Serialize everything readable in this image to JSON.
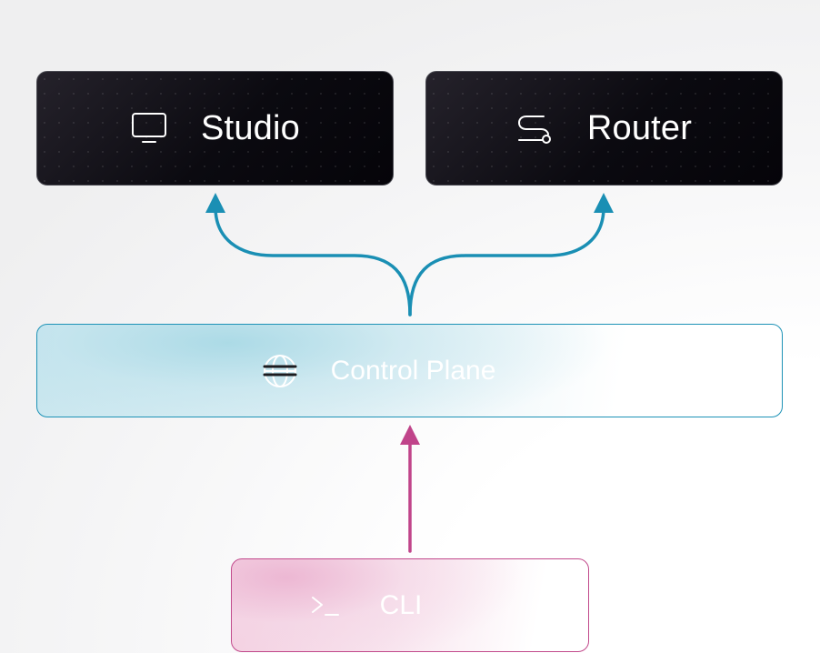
{
  "nodes": {
    "studio": {
      "label": "Studio",
      "icon": "monitor-icon"
    },
    "router": {
      "label": "Router",
      "icon": "route-icon"
    },
    "control_plane": {
      "label": "Control Plane",
      "icon": "globe-icon"
    },
    "cli": {
      "label": "CLI",
      "icon": "terminal-icon"
    }
  },
  "edges": [
    {
      "from": "control_plane",
      "to": "studio",
      "color": "#1a8fb4"
    },
    {
      "from": "control_plane",
      "to": "router",
      "color": "#1a8fb4"
    },
    {
      "from": "cli",
      "to": "control_plane",
      "color": "#c0448a"
    }
  ],
  "colors": {
    "dark_node": "#0e0c12",
    "control_plane_accent": "#1d92b6",
    "cli_accent": "#c24a8c"
  }
}
